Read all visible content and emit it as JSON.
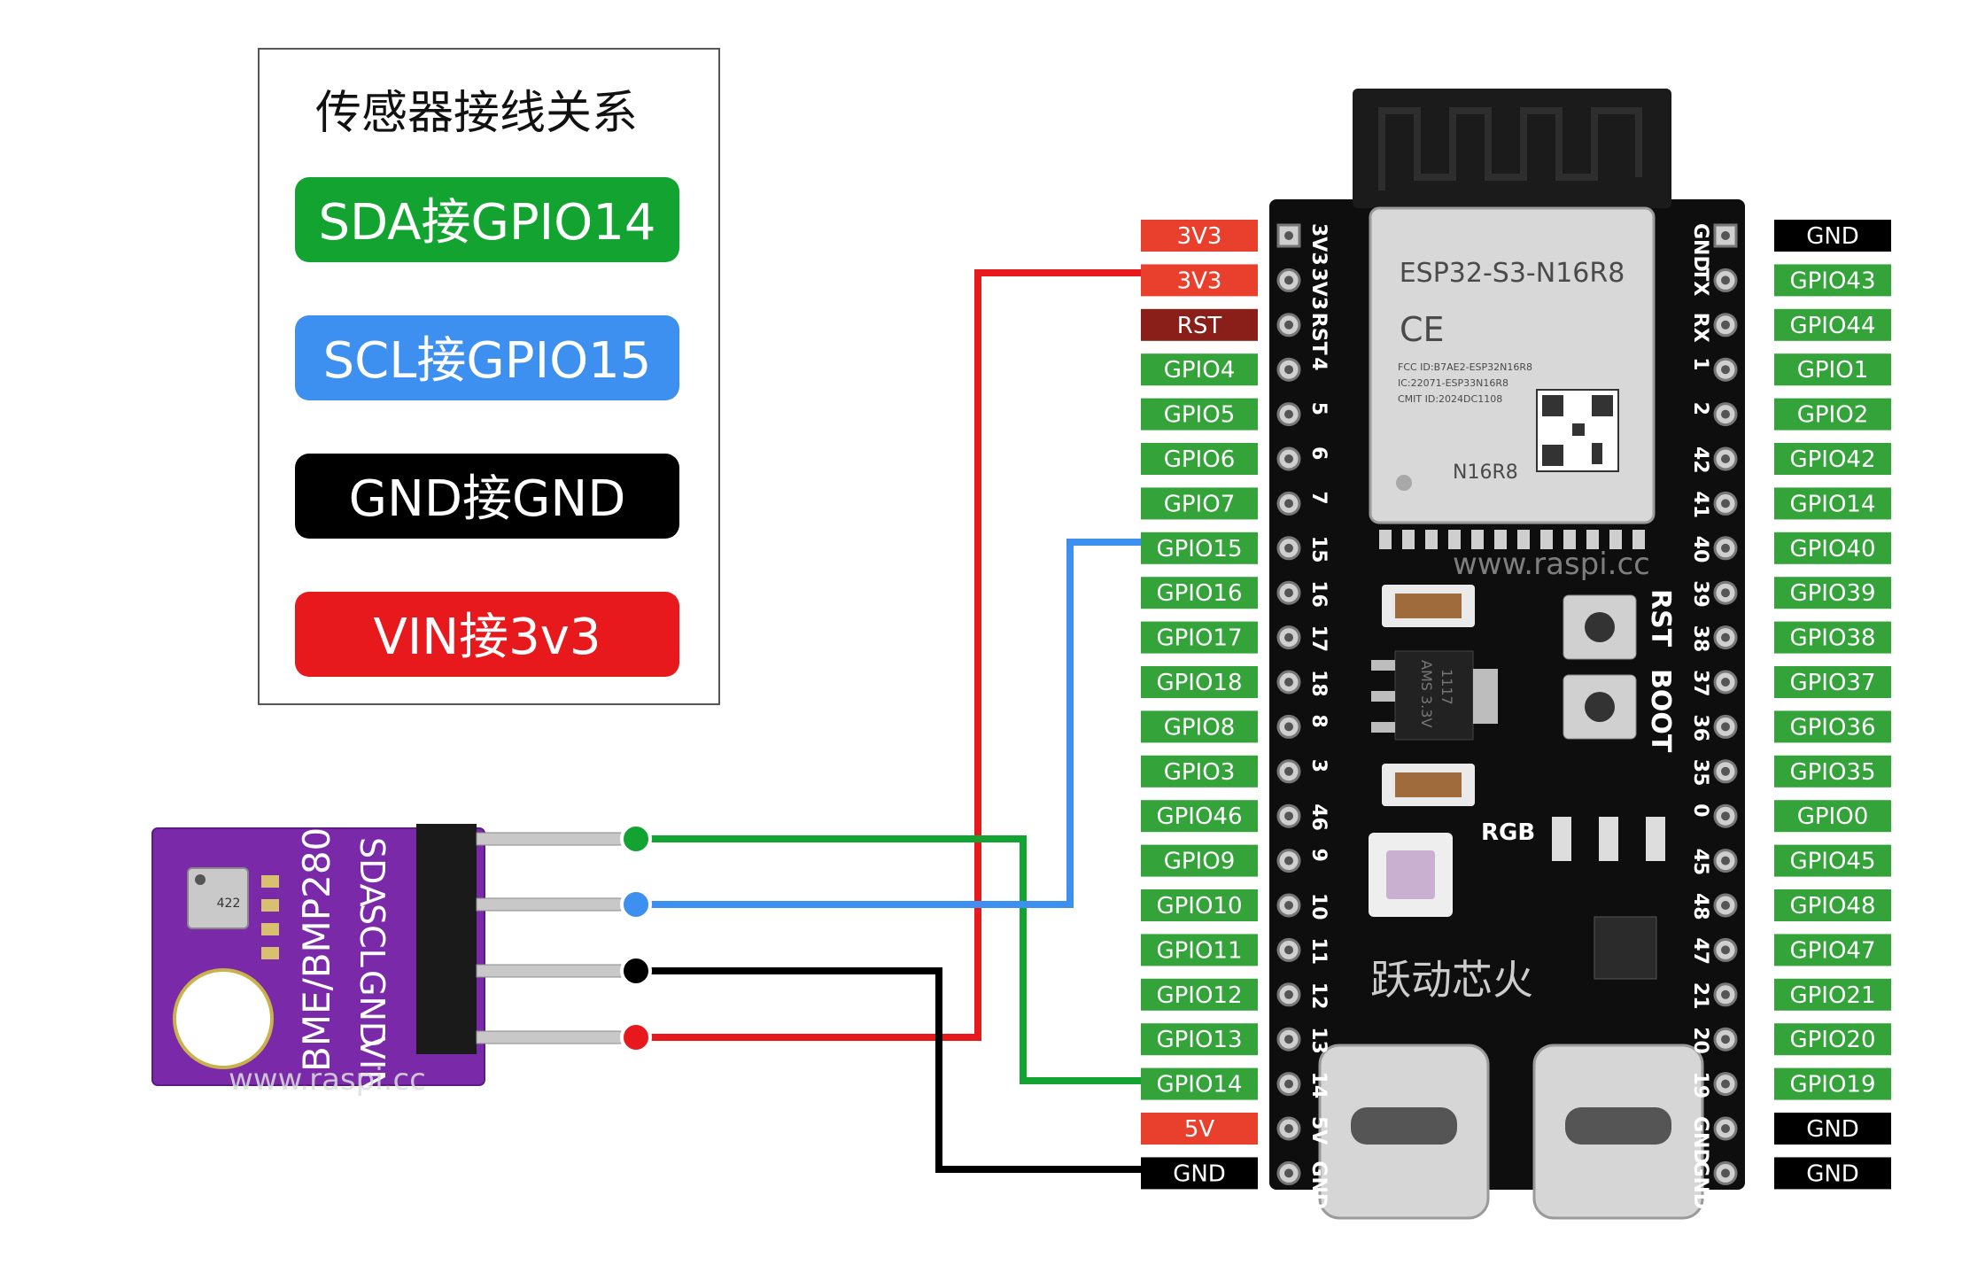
{
  "legend": {
    "title": "传感器接线关系",
    "items": [
      {
        "text": "SDA接GPIO14",
        "color": "#12a330"
      },
      {
        "text": "SCL接GPIO15",
        "color": "#3d8ff0"
      },
      {
        "text": "GND接GND",
        "color": "#000000"
      },
      {
        "text": "VIN接3v3",
        "color": "#e8191c"
      }
    ]
  },
  "sensor": {
    "model": "BME/BMP280",
    "pins": [
      "SDA",
      "SCL",
      "GND",
      "VIN"
    ],
    "chip_marking": "422",
    "watermark": "www.raspi.cc"
  },
  "board": {
    "module_name": "ESP32-S3-N16R8",
    "ce_mark": "CE",
    "module_cert": [
      "FCC ID:B7AE2-ESP32N16R8",
      "IC:22071-ESP33N16R8",
      "CMIT ID:2024DC1108"
    ],
    "module_variant": "N16R8",
    "watermark": "www.raspi.cc",
    "buttons": [
      "RST",
      "BOOT"
    ],
    "rgb_label": "RGB",
    "regulator_marking": [
      "AMS 3.3V",
      "1117"
    ],
    "brand": "跃动芯火",
    "left_silk": [
      "3V3",
      "3V3",
      "RST",
      "4",
      "5",
      "6",
      "7",
      "15",
      "16",
      "17",
      "18",
      "8",
      "3",
      "46",
      "9",
      "10",
      "11",
      "12",
      "13",
      "14",
      "5V",
      "GND"
    ],
    "right_silk": [
      "GND",
      "TX",
      "RX",
      "1",
      "2",
      "42",
      "41",
      "40",
      "39",
      "38",
      "37",
      "36",
      "35",
      "0",
      "45",
      "48",
      "47",
      "21",
      "20",
      "19",
      "GND",
      "GND"
    ]
  },
  "pins_left": [
    {
      "label": "3V3",
      "color": "#e8402c"
    },
    {
      "label": "3V3",
      "color": "#e8402c"
    },
    {
      "label": "RST",
      "color": "#8a1e18"
    },
    {
      "label": "GPIO4",
      "color": "#33a33a"
    },
    {
      "label": "GPIO5",
      "color": "#33a33a"
    },
    {
      "label": "GPIO6",
      "color": "#33a33a"
    },
    {
      "label": "GPIO7",
      "color": "#33a33a"
    },
    {
      "label": "GPIO15",
      "color": "#33a33a"
    },
    {
      "label": "GPIO16",
      "color": "#33a33a"
    },
    {
      "label": "GPIO17",
      "color": "#33a33a"
    },
    {
      "label": "GPIO18",
      "color": "#33a33a"
    },
    {
      "label": "GPIO8",
      "color": "#33a33a"
    },
    {
      "label": "GPIO3",
      "color": "#33a33a"
    },
    {
      "label": "GPIO46",
      "color": "#33a33a"
    },
    {
      "label": "GPIO9",
      "color": "#33a33a"
    },
    {
      "label": "GPIO10",
      "color": "#33a33a"
    },
    {
      "label": "GPIO11",
      "color": "#33a33a"
    },
    {
      "label": "GPIO12",
      "color": "#33a33a"
    },
    {
      "label": "GPIO13",
      "color": "#33a33a"
    },
    {
      "label": "GPIO14",
      "color": "#33a33a"
    },
    {
      "label": "5V",
      "color": "#e8402c"
    },
    {
      "label": "GND",
      "color": "#000000"
    }
  ],
  "pins_right": [
    {
      "label": "GND",
      "color": "#000000"
    },
    {
      "label": "GPIO43",
      "color": "#33a33a"
    },
    {
      "label": "GPIO44",
      "color": "#33a33a"
    },
    {
      "label": "GPIO1",
      "color": "#33a33a"
    },
    {
      "label": "GPIO2",
      "color": "#33a33a"
    },
    {
      "label": "GPIO42",
      "color": "#33a33a"
    },
    {
      "label": "GPIO14",
      "color": "#33a33a"
    },
    {
      "label": "GPIO40",
      "color": "#33a33a"
    },
    {
      "label": "GPIO39",
      "color": "#33a33a"
    },
    {
      "label": "GPIO38",
      "color": "#33a33a"
    },
    {
      "label": "GPIO37",
      "color": "#33a33a"
    },
    {
      "label": "GPIO36",
      "color": "#33a33a"
    },
    {
      "label": "GPIO35",
      "color": "#33a33a"
    },
    {
      "label": "GPIO0",
      "color": "#33a33a"
    },
    {
      "label": "GPIO45",
      "color": "#33a33a"
    },
    {
      "label": "GPIO48",
      "color": "#33a33a"
    },
    {
      "label": "GPIO47",
      "color": "#33a33a"
    },
    {
      "label": "GPIO21",
      "color": "#33a33a"
    },
    {
      "label": "GPIO20",
      "color": "#33a33a"
    },
    {
      "label": "GPIO19",
      "color": "#33a33a"
    },
    {
      "label": "GND",
      "color": "#000000"
    },
    {
      "label": "GND",
      "color": "#000000"
    }
  ],
  "wires": [
    {
      "from": "SDA",
      "to": "GPIO14",
      "color": "#12a330"
    },
    {
      "from": "SCL",
      "to": "GPIO15",
      "color": "#3d8ff0"
    },
    {
      "from": "GND",
      "to": "GND",
      "color": "#000000"
    },
    {
      "from": "VIN",
      "to": "3V3",
      "color": "#e8191c"
    }
  ]
}
